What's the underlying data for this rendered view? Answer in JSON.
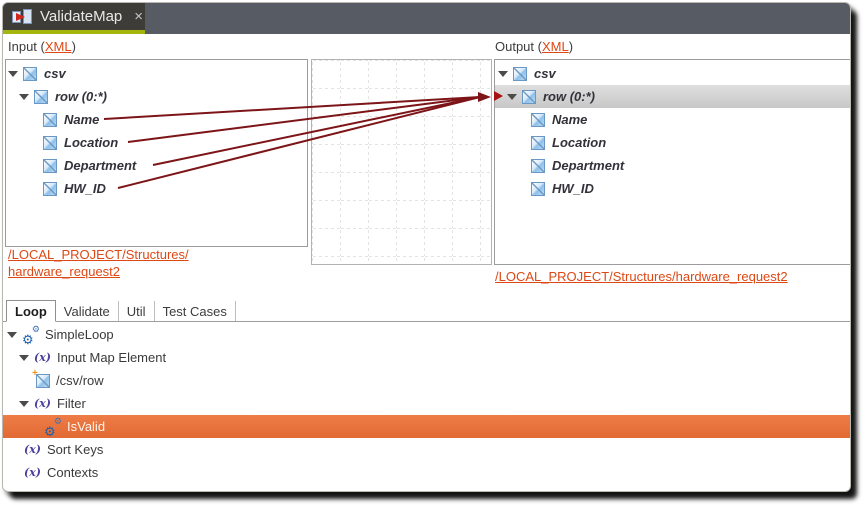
{
  "tab": {
    "title": "ValidateMap",
    "close_label": "×",
    "icon": "map-icon"
  },
  "headers": {
    "input_prefix": "Input (",
    "input_link": "XML",
    "input_suffix": ")",
    "output_prefix": "Output (",
    "output_link": "XML",
    "output_suffix": ")"
  },
  "input_tree": {
    "items": [
      {
        "label": "csv"
      },
      {
        "label": "row (0:*)"
      },
      {
        "label": "Name"
      },
      {
        "label": "Location"
      },
      {
        "label": "Department"
      },
      {
        "label": "HW_ID"
      }
    ]
  },
  "output_tree": {
    "items": [
      {
        "label": "csv"
      },
      {
        "label": "row (0:*)",
        "selected": true
      },
      {
        "label": "Name"
      },
      {
        "label": "Location"
      },
      {
        "label": "Department"
      },
      {
        "label": "HW_ID"
      }
    ]
  },
  "mapping": {
    "sources": [
      "Name",
      "Location",
      "Department",
      "HW_ID"
    ],
    "target": "row (0:*)"
  },
  "links": {
    "input_line1": "/LOCAL_PROJECT/Structures/",
    "input_line2": "hardware_request2",
    "output": "/LOCAL_PROJECT/Structures/hardware_request2"
  },
  "bottom_tabs": {
    "items": [
      {
        "label": "Loop",
        "active": true
      },
      {
        "label": "Validate"
      },
      {
        "label": "Util"
      },
      {
        "label": "Test Cases"
      }
    ]
  },
  "loop_tree": {
    "items": [
      {
        "label": "SimpleLoop"
      },
      {
        "label": "Input Map Element"
      },
      {
        "label": "/csv/row"
      },
      {
        "label": "Filter"
      },
      {
        "label": "IsValid",
        "selected": true
      },
      {
        "label": "Sort Keys"
      },
      {
        "label": "Contexts"
      }
    ]
  },
  "colors": {
    "accent_orange": "#dd4814",
    "selection_orange": "#e8743f",
    "map_line": "#7d1417",
    "tab_underline": "#a4b50c",
    "tabbar_bg": "#565b64",
    "active_tab_bg": "#3d3c37",
    "row_highlight_gray": "#d2d2d2"
  }
}
